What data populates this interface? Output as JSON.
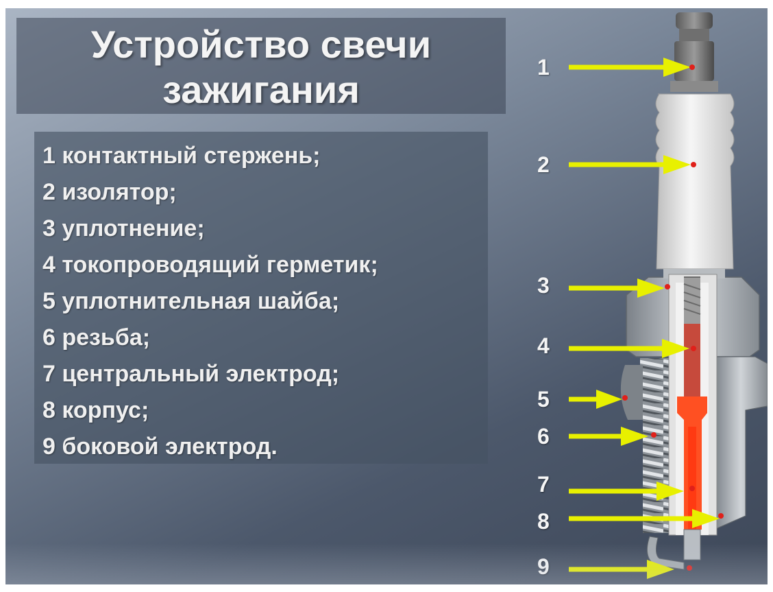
{
  "title": {
    "line1": "Устройство свечи",
    "line2": "зажигания"
  },
  "legend": [
    "1 контактный стержень;",
    "2 изолятор;",
    "3 уплотнение;",
    "4 токопроводящий герметик;",
    "5 уплотнительная шайба;",
    "6 резьба;",
    "7 центральный электрод;",
    "8 корпус;",
    "9 боковой электрод."
  ],
  "callouts": [
    "1",
    "2",
    "3",
    "4",
    "5",
    "6",
    "7",
    "8",
    "9"
  ],
  "colors": {
    "arrow": "#e8f000",
    "marker": "#e0201a",
    "core": "#ff4a1c",
    "insulator": "#e8e8e8",
    "metal": "#9ca3aa"
  }
}
